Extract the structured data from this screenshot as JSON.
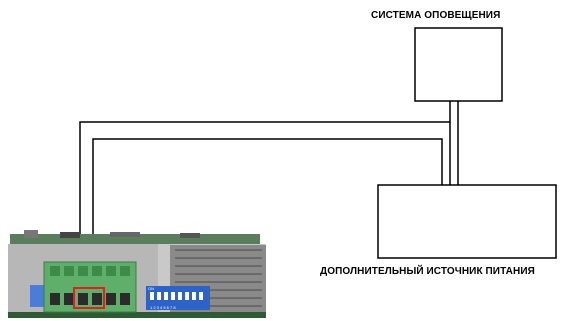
{
  "labels": {
    "alert_system": "СИСТЕМА ОПОВЕЩЕНИЯ",
    "power_supply": "ДОПОЛНИТЕЛЬНЫЙ ИСТОЧНИК ПИТАНИЯ"
  },
  "board": {
    "dip_switch_label": "ON",
    "dip_switch_positions": "1 2 3 4 5 6 7 8"
  },
  "colors": {
    "wire": "#000000",
    "terminal_block": "#5fae6a",
    "terminal_highlight": "#e02020",
    "pcb": "#3f6a45",
    "dip_switch": "#2d63c8",
    "heatsink": "#8a8a8a"
  }
}
